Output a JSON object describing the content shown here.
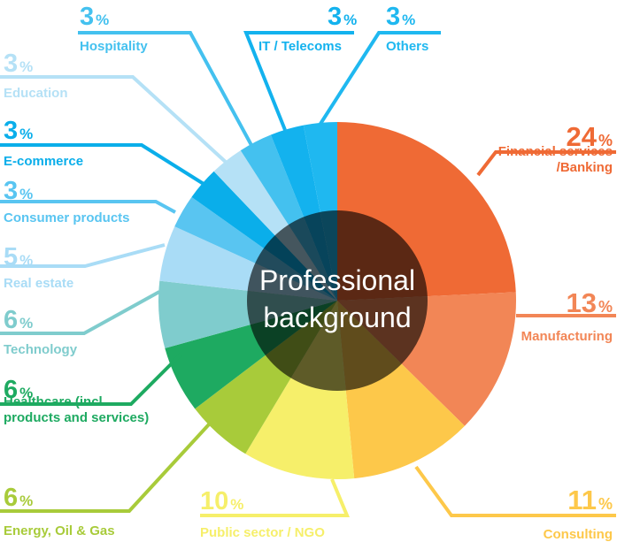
{
  "chart_data": {
    "type": "pie",
    "center_label": [
      "Professional",
      "background"
    ],
    "slices": [
      {
        "label": "Financial services /Banking",
        "label_lines": [
          "Financial services",
          "/Banking"
        ],
        "value": 24,
        "color": "#ef6a35"
      },
      {
        "label": "Manufacturing",
        "label_lines": [
          "Manufacturing"
        ],
        "value": 13,
        "color": "#f28656"
      },
      {
        "label": "Consulting",
        "label_lines": [
          "Consulting"
        ],
        "value": 11,
        "color": "#fdc84a"
      },
      {
        "label": "Public sector / NGO",
        "label_lines": [
          "Public sector / NGO"
        ],
        "value": 10,
        "color": "#f6ef6a"
      },
      {
        "label": "Energy, Oil & Gas",
        "label_lines": [
          "Energy, Oil & Gas"
        ],
        "value": 6,
        "color": "#a8cb3a"
      },
      {
        "label": "Healthcare (incl. products and services)",
        "label_lines": [
          "Healthcare (incl.",
          "products and services)"
        ],
        "value": 6,
        "color": "#1eaa61"
      },
      {
        "label": "Technology",
        "label_lines": [
          "Technology"
        ],
        "value": 6,
        "color": "#7fcccd"
      },
      {
        "label": "Real estate",
        "label_lines": [
          "Real estate"
        ],
        "value": 5,
        "color": "#a9dcf6"
      },
      {
        "label": "Consumer products",
        "label_lines": [
          "Consumer products"
        ],
        "value": 3,
        "color": "#59c5f1"
      },
      {
        "label": "E-commerce",
        "label_lines": [
          "E-commerce"
        ],
        "value": 3,
        "color": "#0aaeea"
      },
      {
        "label": "Education",
        "label_lines": [
          "Education"
        ],
        "value": 3,
        "color": "#b5e1f6"
      },
      {
        "label": "Hospitality",
        "label_lines": [
          "Hospitality"
        ],
        "value": 3,
        "color": "#44c1ef"
      },
      {
        "label": "IT / Telecoms",
        "label_lines": [
          "IT / Telecoms"
        ],
        "value": 3,
        "color": "#13b2ee"
      },
      {
        "label": "Others",
        "label_lines": [
          "Others"
        ],
        "value": 3,
        "color": "#1fb8f0"
      }
    ],
    "value_suffix": "%"
  }
}
